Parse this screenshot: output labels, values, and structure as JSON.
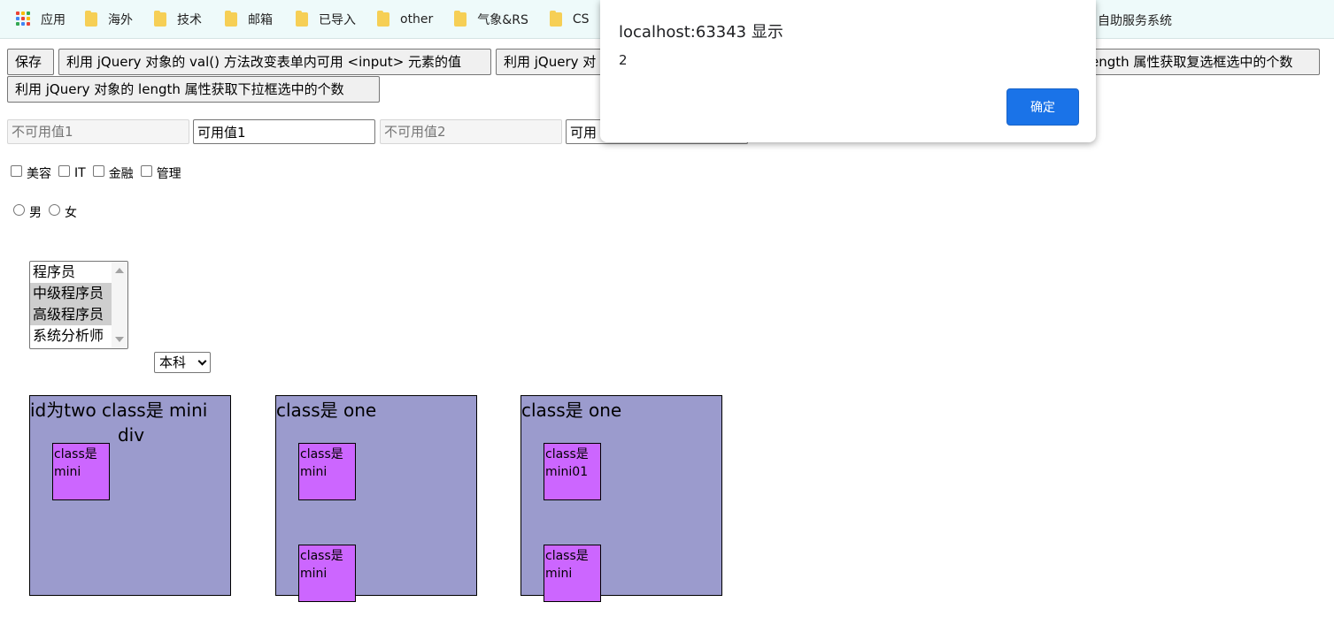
{
  "bookmarks": {
    "items": [
      {
        "label": "应用",
        "icon": "apps-icon"
      },
      {
        "label": "海外",
        "icon": "folder-icon"
      },
      {
        "label": "技术",
        "icon": "folder-icon"
      },
      {
        "label": "邮箱",
        "icon": "folder-icon"
      },
      {
        "label": "已导入",
        "icon": "folder-icon"
      },
      {
        "label": "other",
        "icon": "folder-icon"
      },
      {
        "label": "气象&RS",
        "icon": "folder-icon"
      },
      {
        "label": "CS",
        "icon": "folder-icon"
      }
    ],
    "right_label": "自助服务系统"
  },
  "buttons": {
    "save": "保存",
    "val_enabled": "利用 jQuery 对象的 val() 方法改变表单内可用 <input> 元素的值",
    "val_disabled_partial": "利用 jQuery 对",
    "checkbox_count_partial": "ength 属性获取复选框选中的个数",
    "select_count": "利用 jQuery 对象的 length 属性获取下拉框选中的个数"
  },
  "inputs": {
    "disabled1_placeholder": "不可用值1",
    "enabled1_value": "可用值1",
    "disabled2_placeholder": "不可用值2",
    "enabled2_value": "可用"
  },
  "checkboxes": [
    "美容",
    "IT",
    "金融",
    "管理"
  ],
  "radios": [
    "男",
    "女"
  ],
  "listbox": {
    "options": [
      {
        "label": "程序员",
        "selected": false
      },
      {
        "label": "中级程序员",
        "selected": true
      },
      {
        "label": "高级程序员",
        "selected": true
      },
      {
        "label": "系统分析师",
        "selected": false
      }
    ]
  },
  "dropdown": {
    "selected": "本科"
  },
  "divs": {
    "two": {
      "text": "id为two class是 mini div",
      "line1": "id为two class是 mini",
      "line2": "div",
      "mini": [
        "class是 mini"
      ]
    },
    "one_a": {
      "text": "class是 one",
      "minis": [
        "class是 mini",
        "class是 mini"
      ]
    },
    "one_b": {
      "text": "class是 one",
      "minis": [
        "class是 mini01",
        "class是 mini"
      ]
    }
  },
  "dialog": {
    "title": "localhost:63343 显示",
    "message": "2",
    "ok_label": "确定"
  },
  "colors": {
    "bookmarks_bg": "#eefafa",
    "box_bg": "#9b9bcd",
    "mini_bg": "#cc66ff",
    "dialog_button": "#1a73e8",
    "listbox_selected": "#cecece"
  }
}
